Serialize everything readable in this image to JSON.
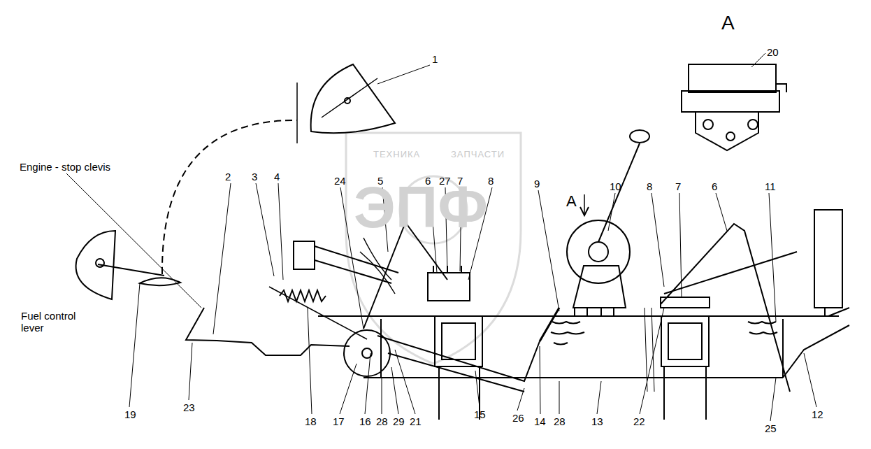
{
  "diagram": {
    "labels": [
      "A",
      "20",
      "1",
      "Engine - stop clevis",
      "2",
      "3",
      "4",
      "24",
      "5",
      "6",
      "27",
      "7",
      "8",
      "9",
      "10",
      "A",
      "8",
      "7",
      "6",
      "11",
      "ТЕХНИКА",
      "ЗАПЧАСТИ",
      "ЭПФ",
      "Fuel control lever",
      "19",
      "23",
      "18",
      "17",
      "16",
      "28",
      "29",
      "21",
      "15",
      "26",
      "14",
      "28",
      "13",
      "22",
      "25",
      "12"
    ]
  }
}
